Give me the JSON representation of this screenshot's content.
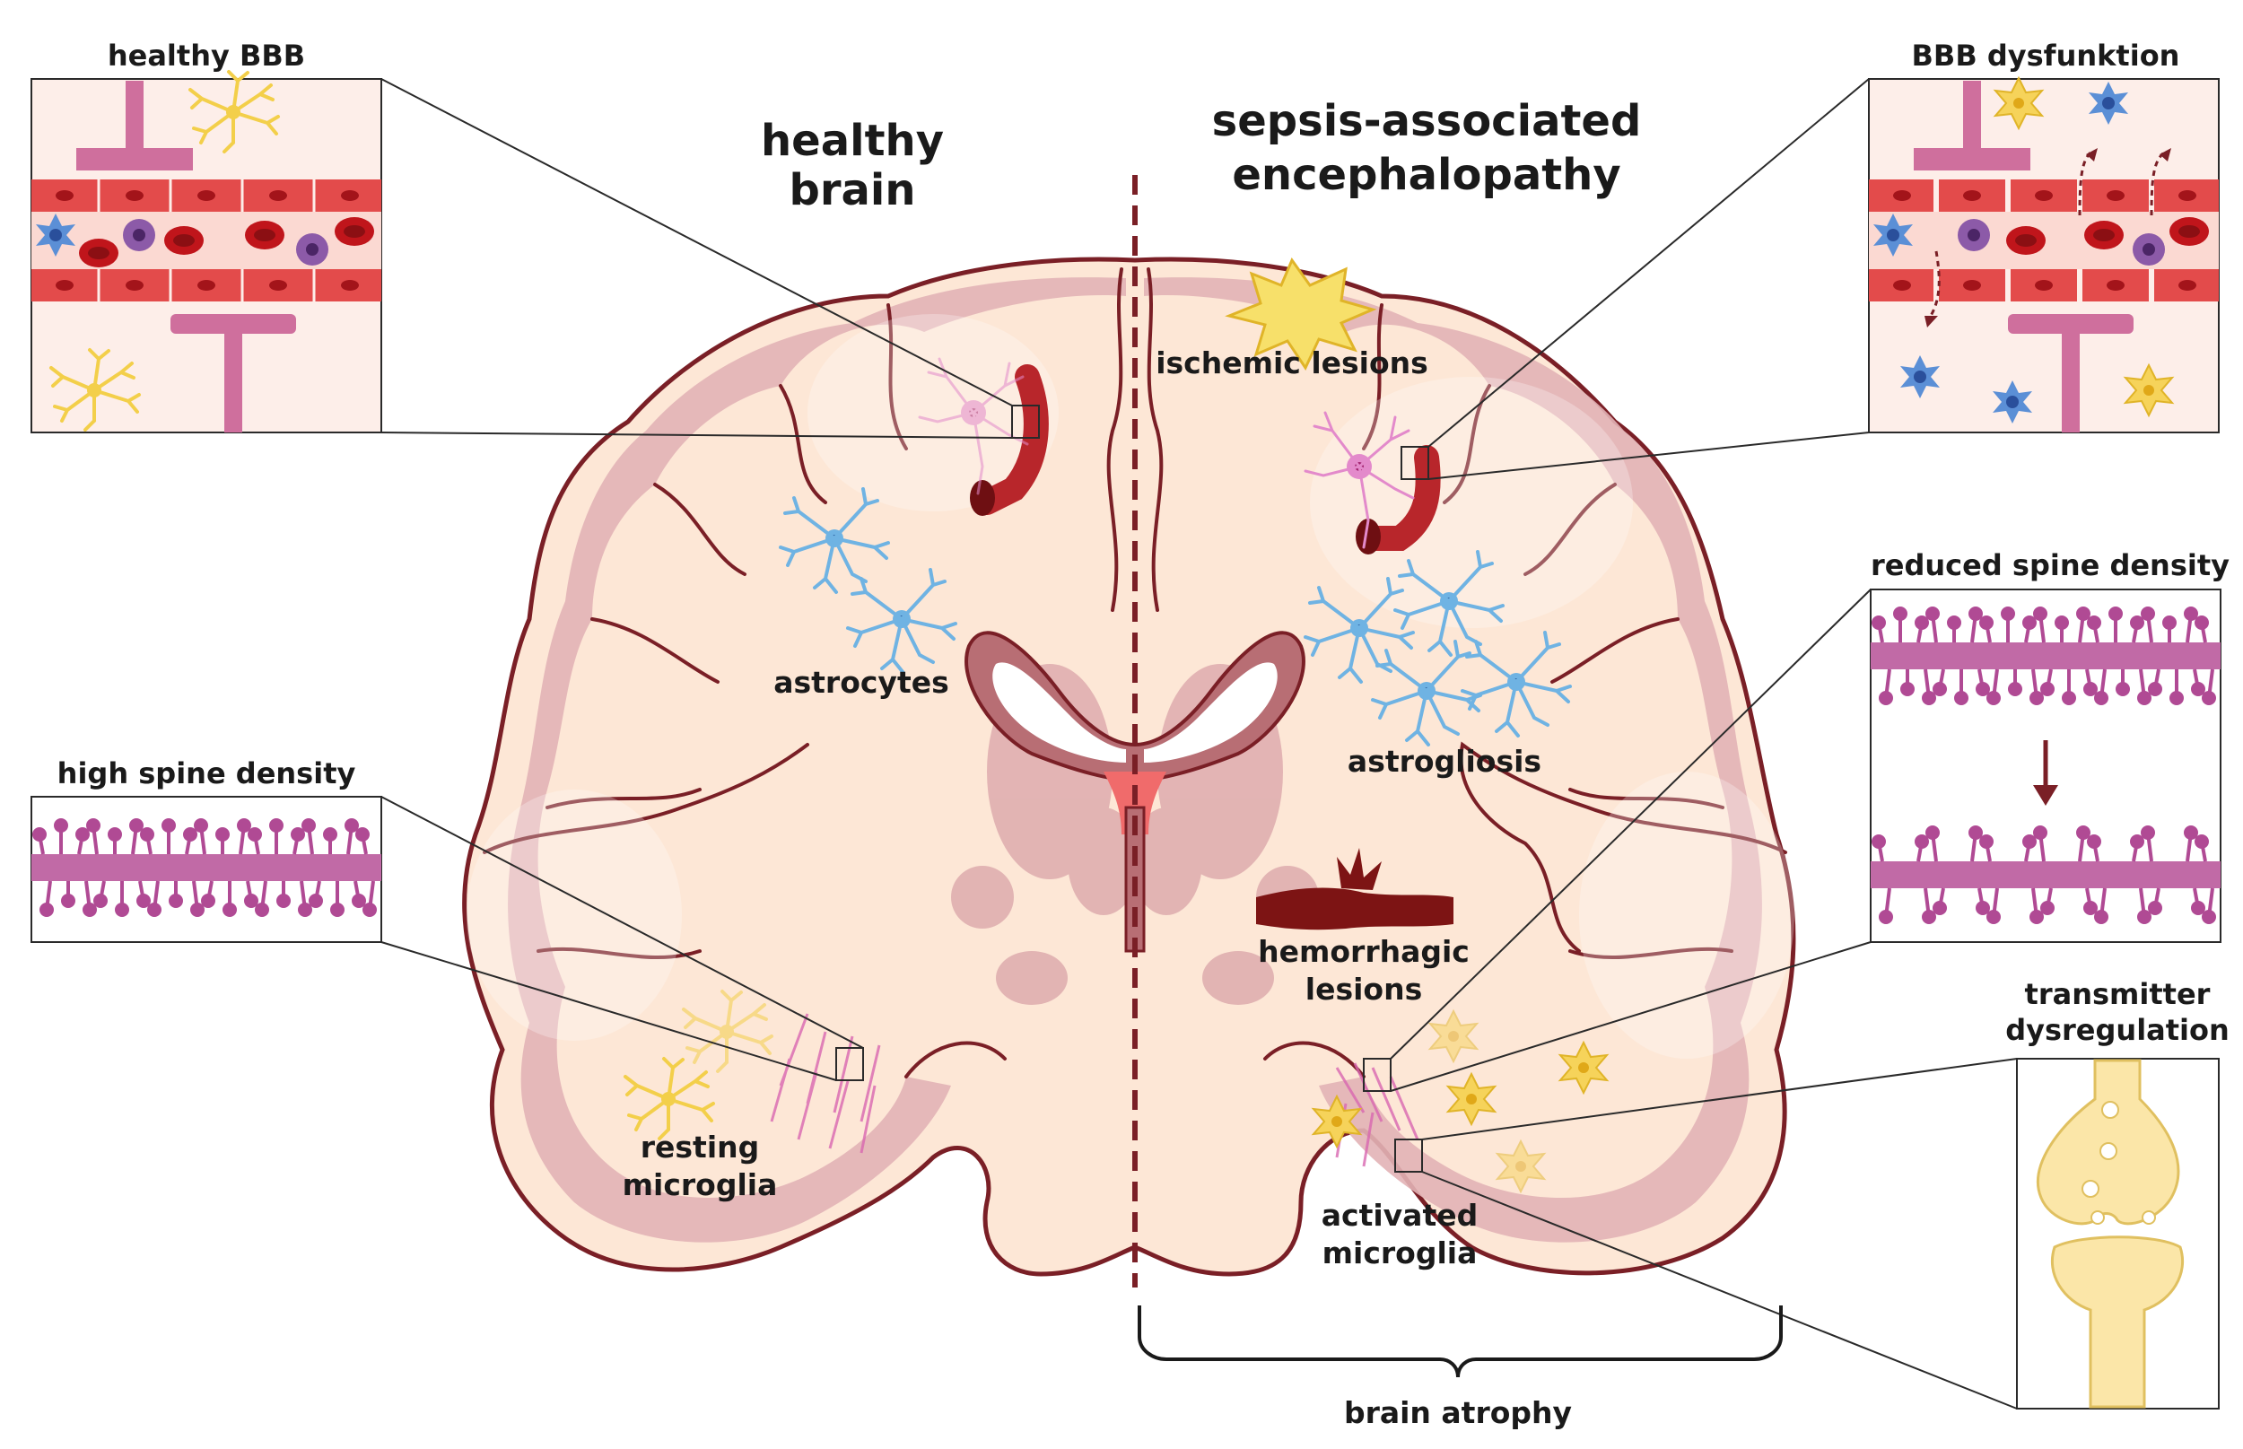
{
  "titles": {
    "left": "healthy brain",
    "right_line1": "sepsis-associated",
    "right_line2": "encephalopathy"
  },
  "insets": {
    "healthy_bbb": "healthy BBB",
    "bbb_dysfunction": "BBB dysfunktion",
    "high_spine": "high spine density",
    "reduced_spine": "reduced spine density",
    "transmitter_line1": "transmitter",
    "transmitter_line2": "dysregulation"
  },
  "labels": {
    "ischemic": "ischemic lesions",
    "astrocytes": "astrocytes",
    "astrogliosis": "astrogliosis",
    "hemorrhagic_line1": "hemorrhagic",
    "hemorrhagic_line2": "lesions",
    "resting_line1": "resting",
    "resting_line2": "microglia",
    "activated_line1": "activated",
    "activated_line2": "microglia",
    "atrophy": "brain atrophy"
  },
  "colors": {
    "brain_fill": "#fde7d6",
    "gyri": "#e2b3b6",
    "outline": "#7a1f26",
    "vessel_red": "#d83a3a",
    "rbc": "#c0151b",
    "spine": "#b04a94",
    "astro_blue": "#5a9fd4",
    "microglia_yellow": "#f3cf4a",
    "neuron_pink": "#d866b0"
  }
}
